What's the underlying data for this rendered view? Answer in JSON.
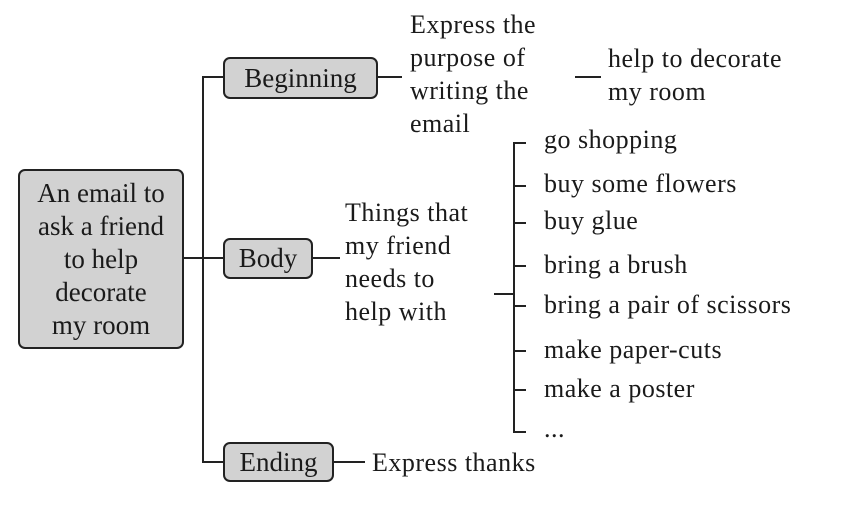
{
  "root": {
    "lines": [
      "An email to",
      "ask a friend",
      "to help",
      "decorate",
      "my room"
    ]
  },
  "beginning": {
    "label": "Beginning",
    "description_lines": [
      "Express  the",
      "purpose  of",
      "writing  the",
      "email"
    ],
    "blank": "__",
    "detail_lines": [
      "help to decorate",
      "my room"
    ]
  },
  "body": {
    "label": "Body",
    "description_lines": [
      "Things that",
      "my friend",
      "needs to",
      "help with"
    ],
    "items": [
      "go shopping",
      "buy some flowers",
      "buy glue",
      "bring a brush",
      "bring a pair of scissors",
      "make paper-cuts",
      "make a poster",
      "..."
    ]
  },
  "ending": {
    "label": "Ending",
    "description": "Express thanks"
  }
}
